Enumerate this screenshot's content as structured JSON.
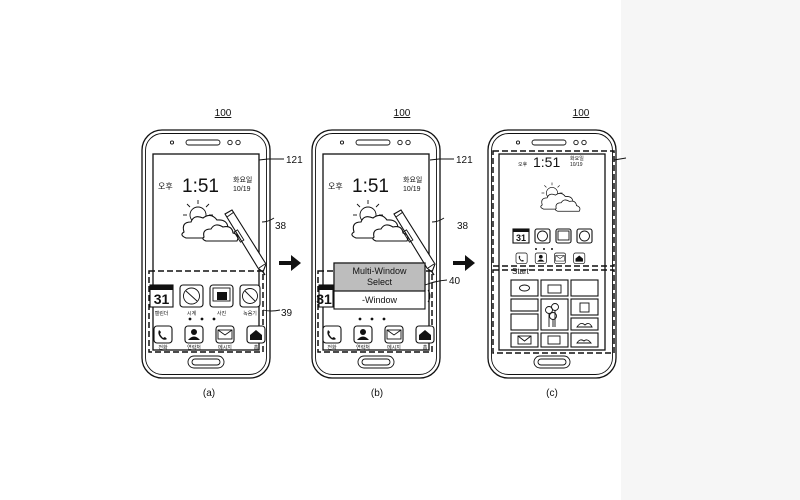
{
  "figure": {
    "device_ref": "100",
    "ref_screen": "121",
    "ref_pen": "38",
    "ref_area": "39",
    "ref_popup": "40",
    "caption_a": "(a)",
    "caption_b": "(b)",
    "caption_c": "(c)"
  },
  "screen": {
    "time": "1:51",
    "ampm": "오후",
    "weekday": "화요일",
    "date": "10/19",
    "calendar_day": "31"
  },
  "apps": {
    "calendar": "캘린더",
    "clock": "시계",
    "gallery": "사진",
    "recorder": "녹음기"
  },
  "dock": {
    "phone": "전화",
    "contacts": "연락처",
    "messages": "메시지",
    "home": "홈"
  },
  "popup": {
    "line1": "Multi-Window",
    "line2": "Select",
    "bottom": "-Window"
  },
  "panel_c": {
    "start_label": "Start"
  },
  "colors": {
    "ink": "#111111",
    "popup_fill": "#bdbdbd",
    "margin_fill": "#f6f6f6"
  }
}
